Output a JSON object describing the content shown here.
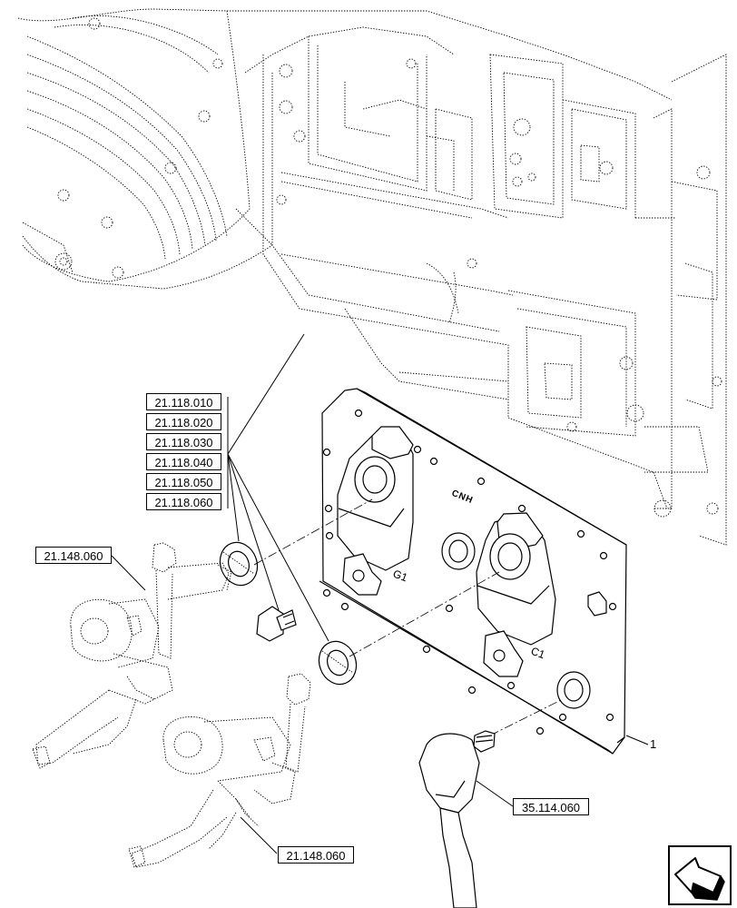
{
  "references": {
    "group_top": [
      "21.118.010",
      "21.118.020",
      "21.118.030",
      "21.118.040",
      "21.118.050",
      "21.118.060"
    ],
    "shift_fork_upper": "21.148.060",
    "shift_fork_lower": "21.148.060",
    "elbow_fitting": "35.114.060"
  },
  "callouts": {
    "item_1": "1",
    "port_g1": "G1",
    "port_c1": "C1",
    "plate_marking": "CNH"
  },
  "nav": {
    "icon": "return-arrow-icon"
  }
}
